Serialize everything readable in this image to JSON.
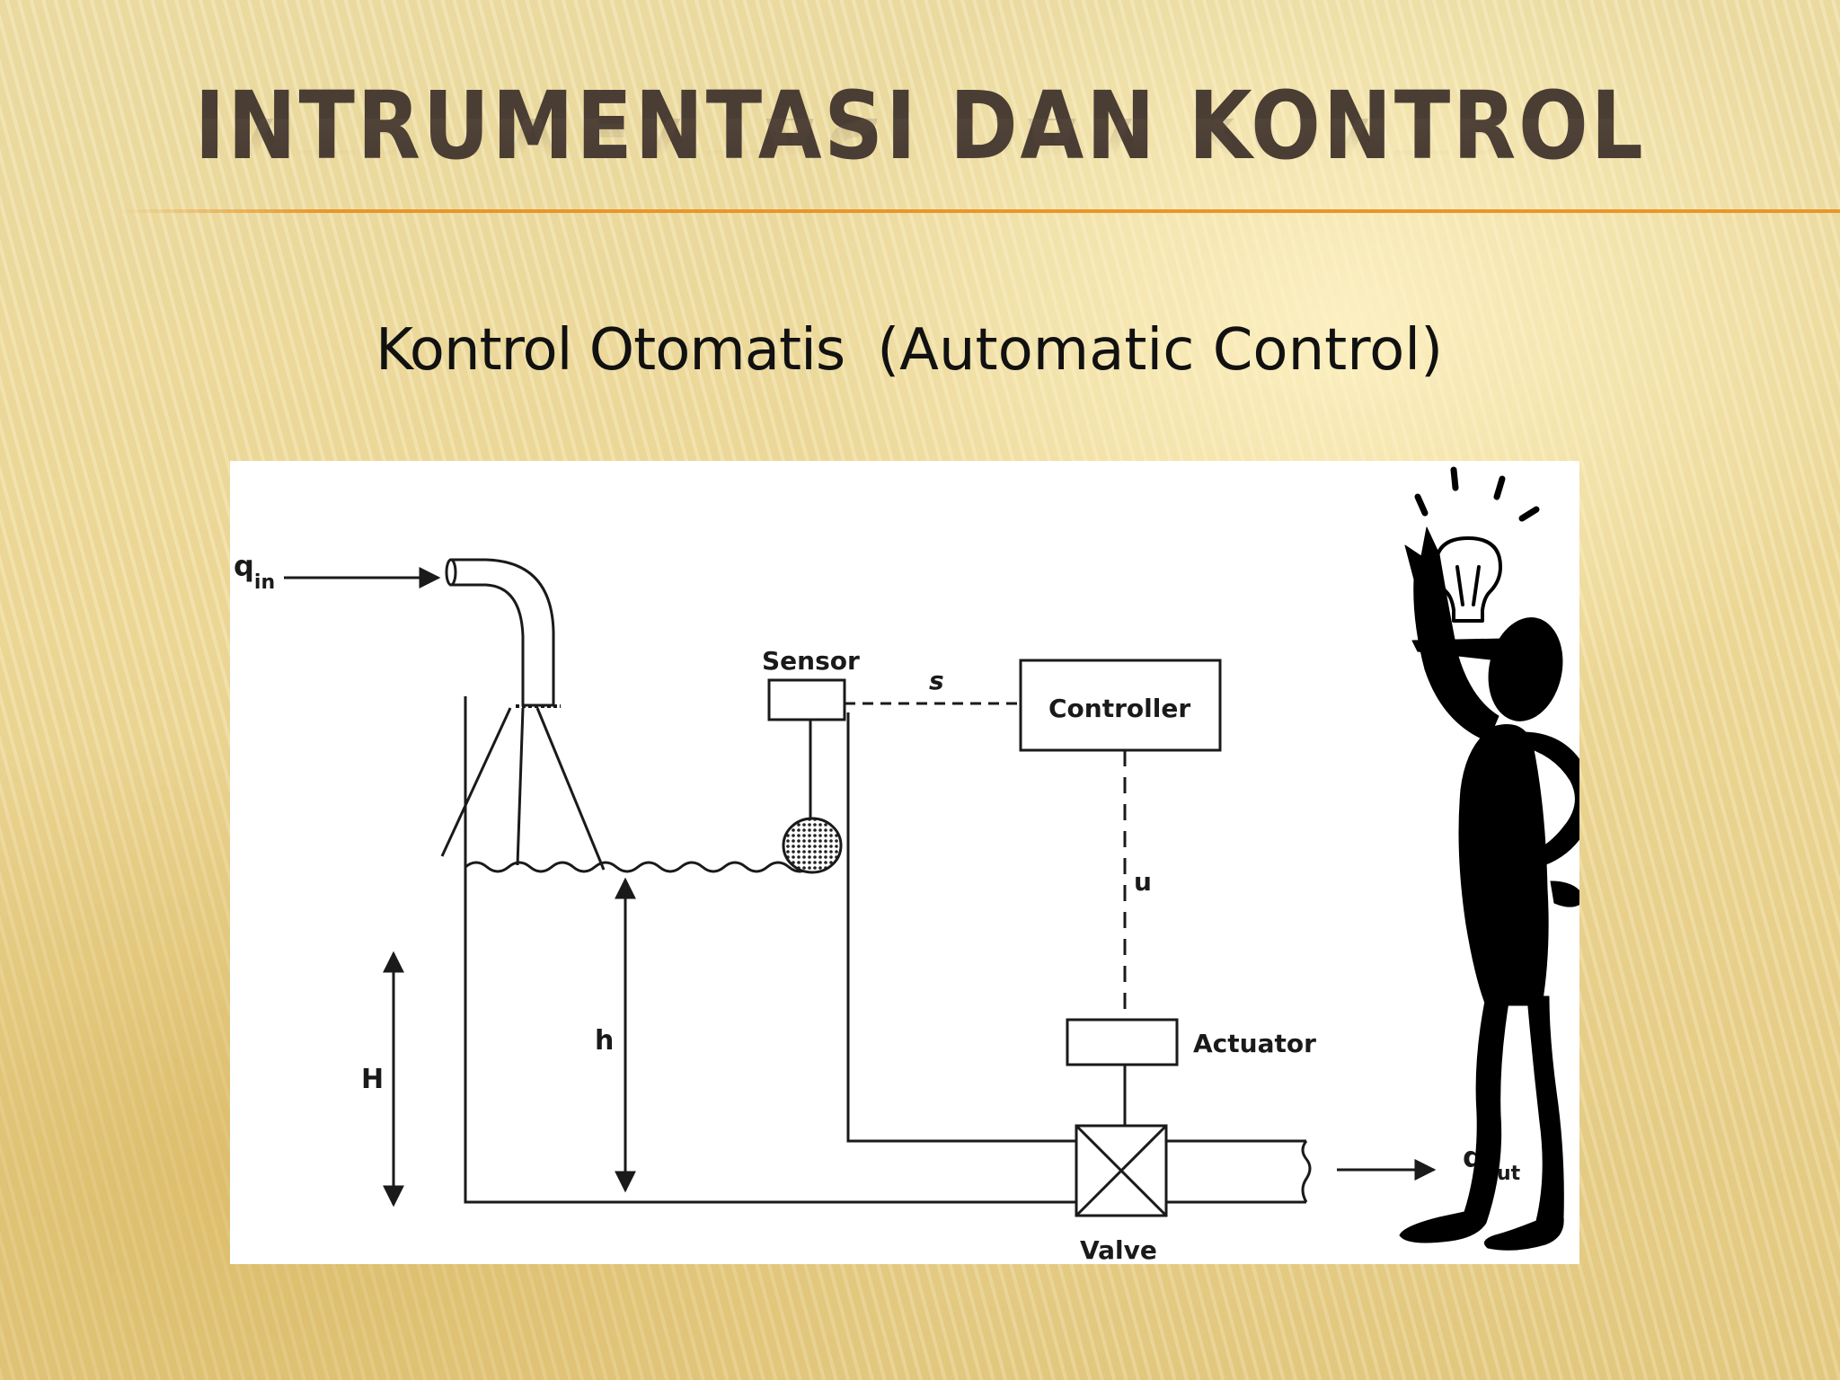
{
  "slide": {
    "title": "INTRUMENTASI DAN KONTROL",
    "subtitle_main": "Kontrol Otomatis",
    "subtitle_paren": "(Automatic Control)"
  },
  "diagram": {
    "labels": {
      "q": "q",
      "in": "in",
      "out": "out",
      "sensor": "Sensor",
      "s": "s",
      "controller": "Controller",
      "u": "u",
      "actuator": "Actuator",
      "valve": "Valve",
      "h": "h",
      "H": "H"
    },
    "illustration": "stick-figure-with-lightbulb"
  },
  "colors": {
    "title": "#4a3d34",
    "accent_line": "#e8962a",
    "background": "#efe0a8"
  }
}
